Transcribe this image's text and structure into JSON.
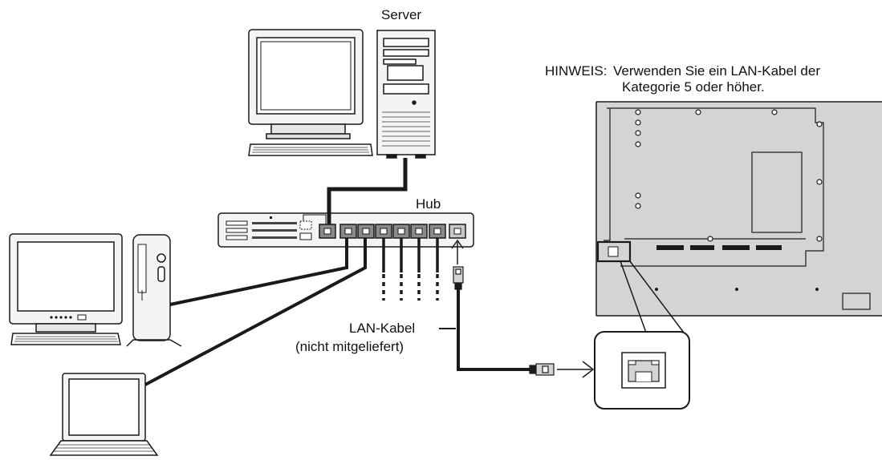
{
  "labels": {
    "server": "Server",
    "hub": "Hub",
    "note_prefix": "HINWEIS:",
    "note_line1": "Verwenden Sie ein LAN-Kabel der",
    "note_line2": "Kategorie 5 oder höher.",
    "cable_line1": "LAN-Kabel",
    "cable_line2": "(nicht mitgeliefert)"
  },
  "colors": {
    "line": "#1a1a1a",
    "panel_fill": "#d4d4d4",
    "light_fill": "#f4f4f4",
    "mid_fill": "#c8c8c8",
    "port_fill": "#8a8a8a"
  },
  "icons": [
    "server-computer-icon",
    "hub-icon",
    "desktop-computer-icon",
    "laptop-icon",
    "display-rear-panel-icon",
    "lan-port-icon",
    "rj45-connector-icon",
    "arrow-icon"
  ]
}
